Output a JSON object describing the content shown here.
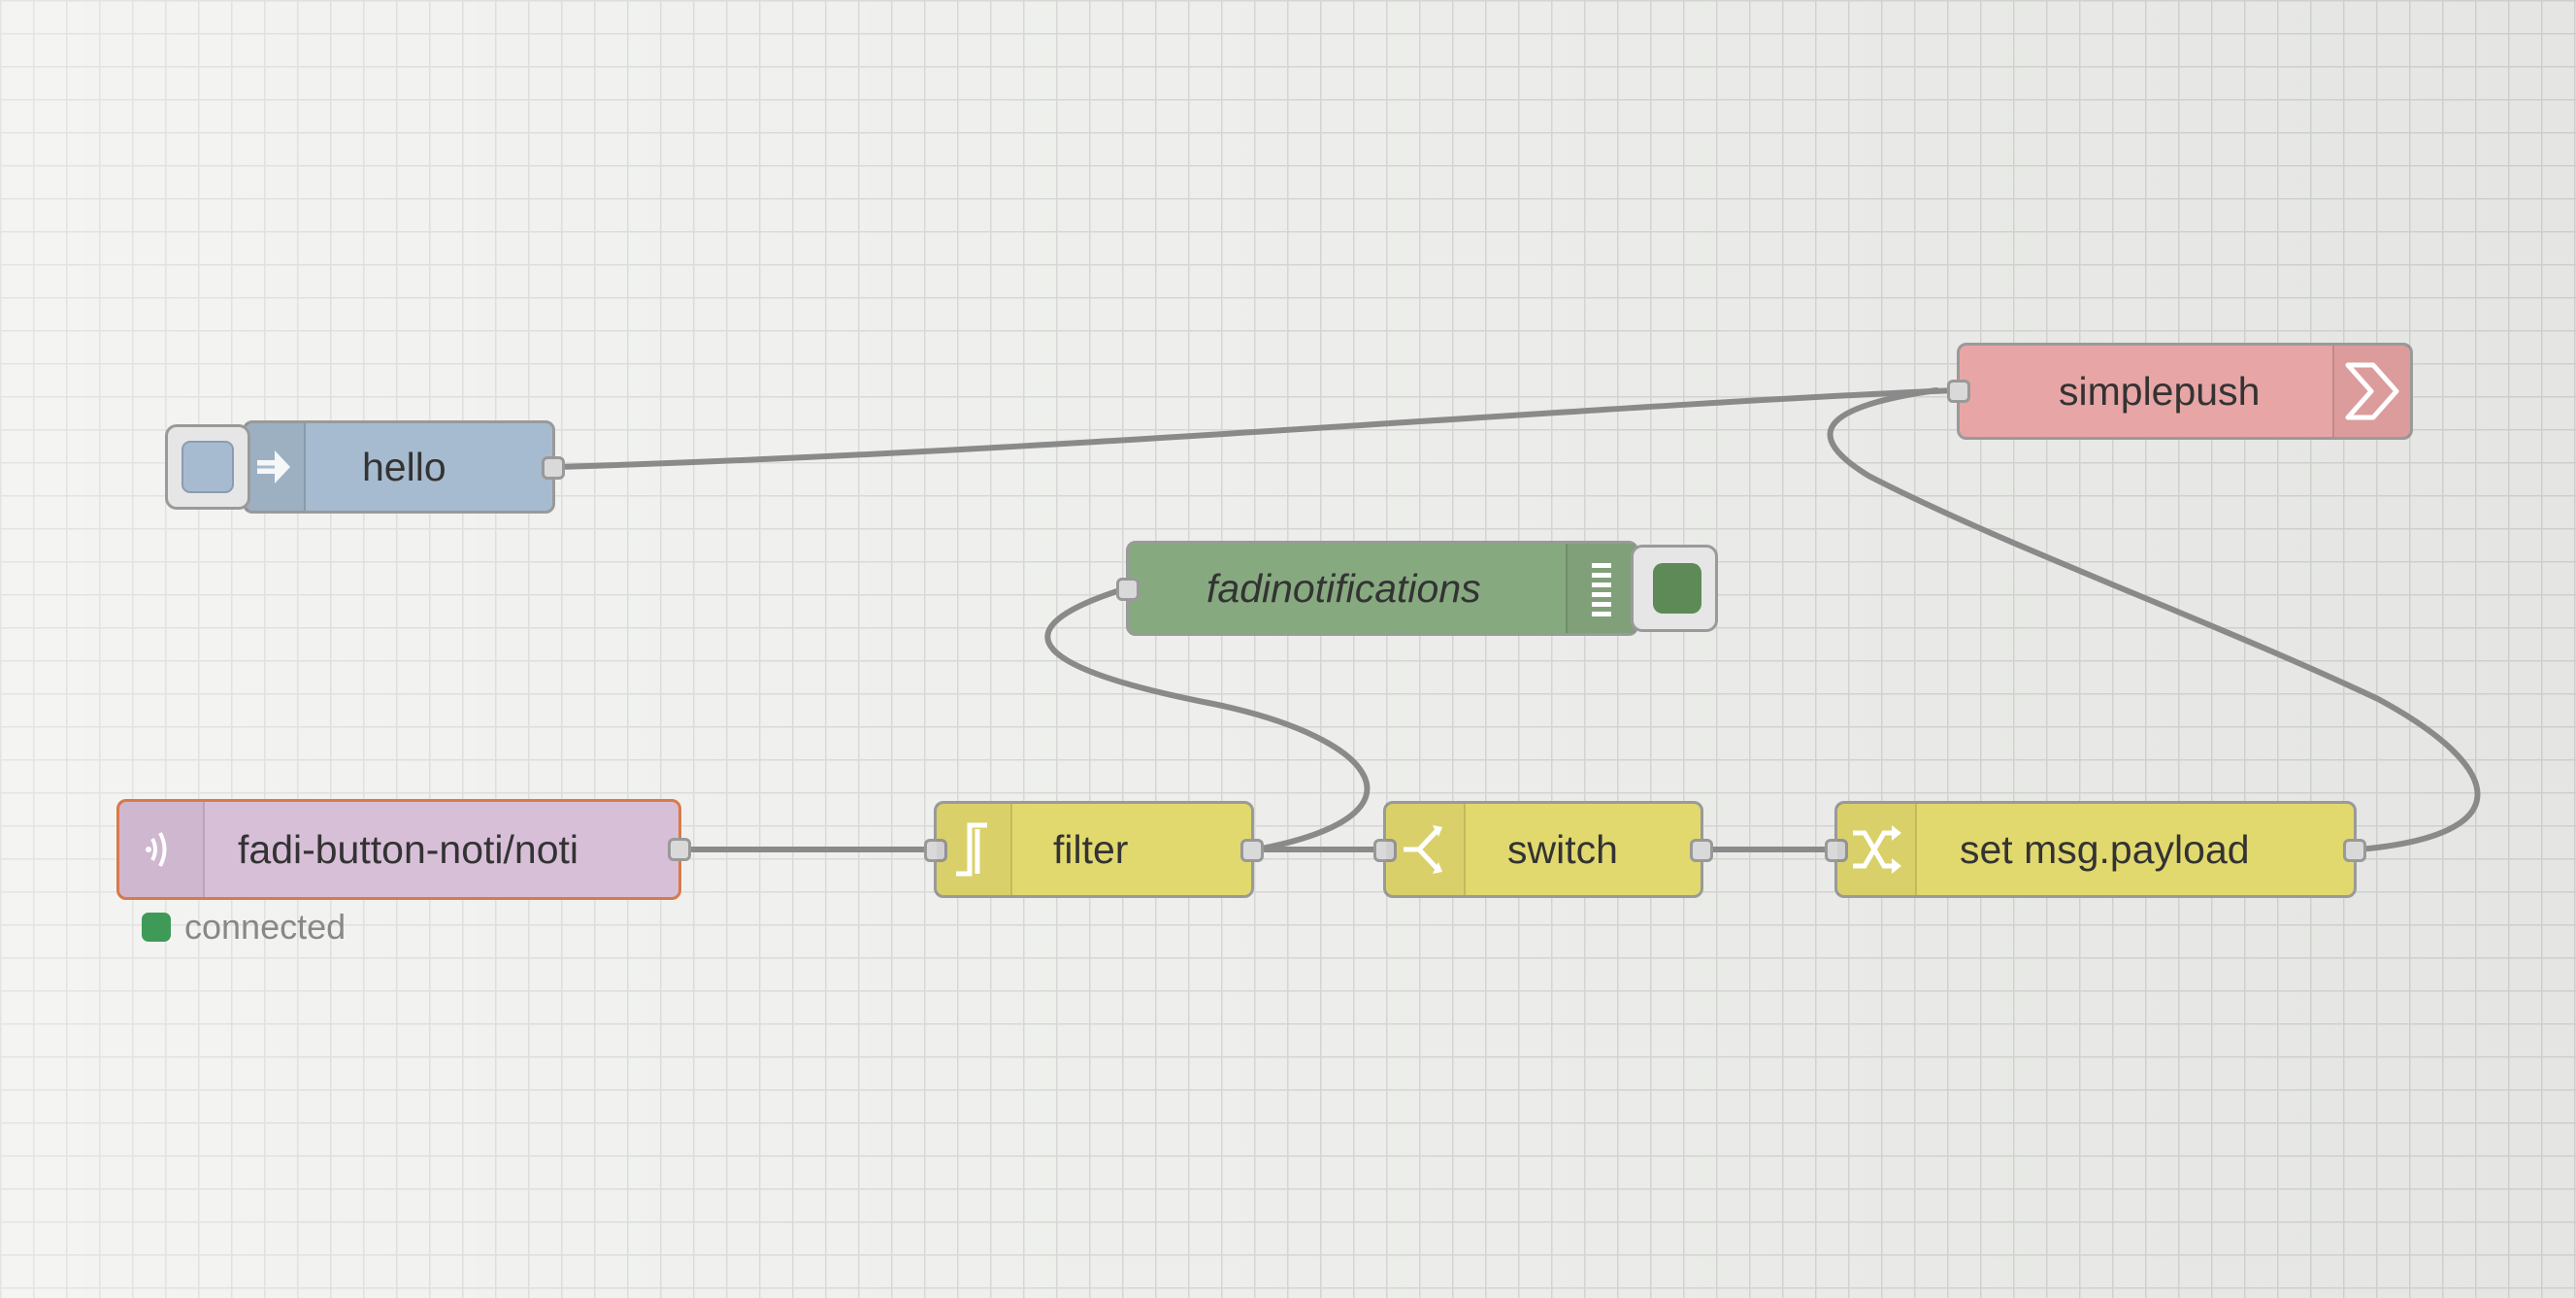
{
  "canvas": {
    "wires": [
      {
        "from": "hello",
        "to": "simplepush"
      },
      {
        "from": "fadi-button-noti/noti",
        "to": "filter"
      },
      {
        "from": "filter",
        "to": "fadinotifications"
      },
      {
        "from": "filter",
        "to": "switch"
      },
      {
        "from": "switch",
        "to": "set msg.payload"
      },
      {
        "from": "set msg.payload",
        "to": "simplepush"
      }
    ]
  },
  "nodes": {
    "hello": {
      "label": "hello",
      "type": "inject",
      "color": "#a6bbcf"
    },
    "simplepush": {
      "label": "simplepush",
      "type": "simplepush",
      "color": "#e8a5a5"
    },
    "fadinotifications": {
      "label": "fadinotifications",
      "type": "debug",
      "color": "#87a980"
    },
    "mqtt": {
      "label": "fadi-button-noti/noti",
      "type": "mqtt in",
      "color": "#d8bfd8",
      "status": "connected",
      "status_color": "#3f9a58"
    },
    "filter": {
      "label": "filter",
      "type": "filter",
      "color": "#e2d96e"
    },
    "switch": {
      "label": "switch",
      "type": "switch",
      "color": "#e2d96e"
    },
    "change": {
      "label": "set msg.payload",
      "type": "change",
      "color": "#e2d96e"
    }
  }
}
